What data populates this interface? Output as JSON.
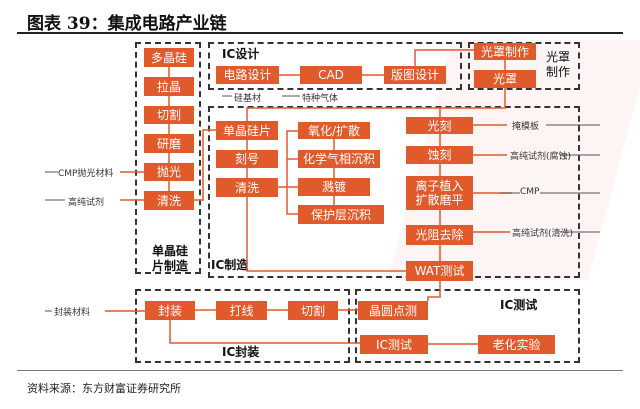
{
  "title": "图表 39：集成电路产业链",
  "source": "资料来源：东方财富证券研究所",
  "groups": {
    "wafer": "单晶硅片制造",
    "design": "IC设计",
    "mask": "光罩制作",
    "fab": "IC制造",
    "package": "IC封装",
    "test": "IC测试"
  },
  "wafer_steps": [
    "多晶硅",
    "拉晶",
    "切割",
    "研磨",
    "抛光",
    "清洗"
  ],
  "design_steps": [
    "电路设计",
    "CAD",
    "版图设计"
  ],
  "mask_steps": [
    "光罩制作",
    "光罩"
  ],
  "fab_left": [
    "单晶硅片",
    "刻号",
    "清洗"
  ],
  "fab_mid": [
    "氧化/扩散",
    "化学气相沉积",
    "溅镀",
    "保护层沉积"
  ],
  "fab_right": [
    "光刻",
    "蚀刻",
    "离子植入扩散磨平",
    "光阻去除",
    "WAT测试"
  ],
  "package_steps": [
    "封装",
    "打线",
    "切割"
  ],
  "test_steps": [
    "晶圆点测",
    "IC测试",
    "老化实验"
  ],
  "inputs": {
    "cmp_polish": "CMP抛光材料",
    "hp_reagent": "高纯试剂",
    "si_base": "硅基材",
    "gas": "特种气体",
    "mask_plate": "掩模板",
    "hp_etch": "高纯试剂(腐蚀)",
    "cmp": "CMP",
    "hp_clean": "高纯试剂(清洗)",
    "pkg_material": "封装材料"
  }
}
